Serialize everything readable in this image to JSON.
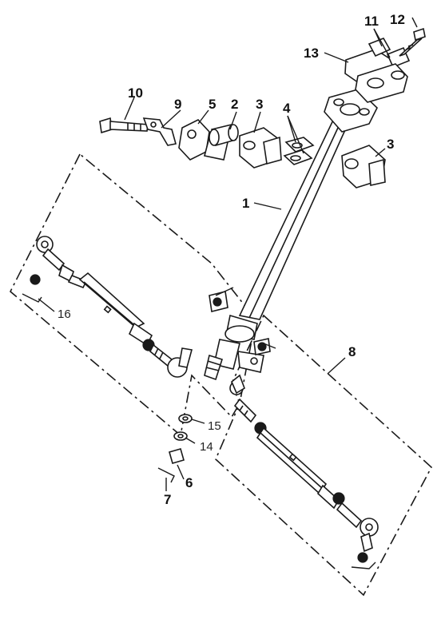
{
  "callouts": {
    "c1": "1",
    "c2": "2",
    "c3a": "3",
    "c3b": "3",
    "c4": "4",
    "c5": "5",
    "c6": "6",
    "c7": "7",
    "c8": "8",
    "c9": "9",
    "c10": "10",
    "c11": "11",
    "c12": "12",
    "c13": "13",
    "c14": "14",
    "c15": "15",
    "c16": "16"
  }
}
